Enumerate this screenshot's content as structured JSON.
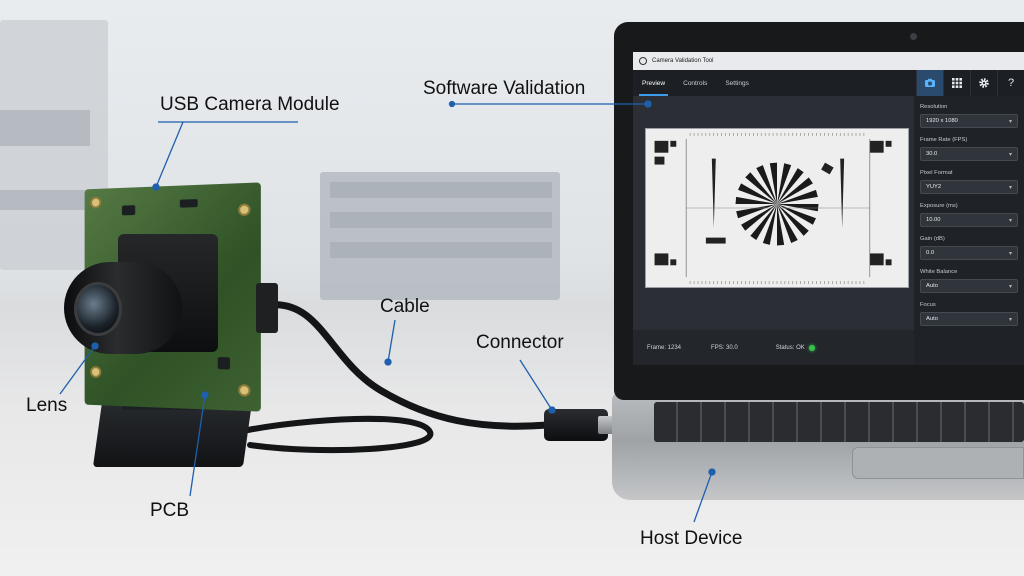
{
  "callouts": {
    "usb_camera_module": "USB Camera Module",
    "software_validation": "Software Validation",
    "cable": "Cable",
    "connector": "Connector",
    "lens": "Lens",
    "pcb": "PCB",
    "host_device": "Host Device"
  },
  "app": {
    "title": "Camera Validation Tool",
    "tabs": [
      "Preview",
      "Controls",
      "Settings"
    ],
    "active_tab": "Preview",
    "toolbar_icons": [
      "camera-icon",
      "grid-icon",
      "gear-icon",
      "help-icon"
    ],
    "help_glyph": "?",
    "status": {
      "frame": "Frame: 1234",
      "fps": "FPS: 30.0",
      "status": "Status: OK"
    },
    "settings": [
      {
        "label": "Resolution",
        "value": "1920 x 1080"
      },
      {
        "label": "Frame Rate (FPS)",
        "value": "30.0"
      },
      {
        "label": "Pixel Format",
        "value": "YUY2"
      },
      {
        "label": "Exposure (ms)",
        "value": "10.00"
      },
      {
        "label": "Gain (dB)",
        "value": "0.0"
      },
      {
        "label": "White Balance",
        "value": "Auto"
      },
      {
        "label": "Focus",
        "value": "Auto"
      }
    ],
    "chevron_glyph": "▾"
  },
  "colors": {
    "accent": "#3d9be9",
    "callout_line": "#1f5fae",
    "status_ok": "#38c24d"
  }
}
